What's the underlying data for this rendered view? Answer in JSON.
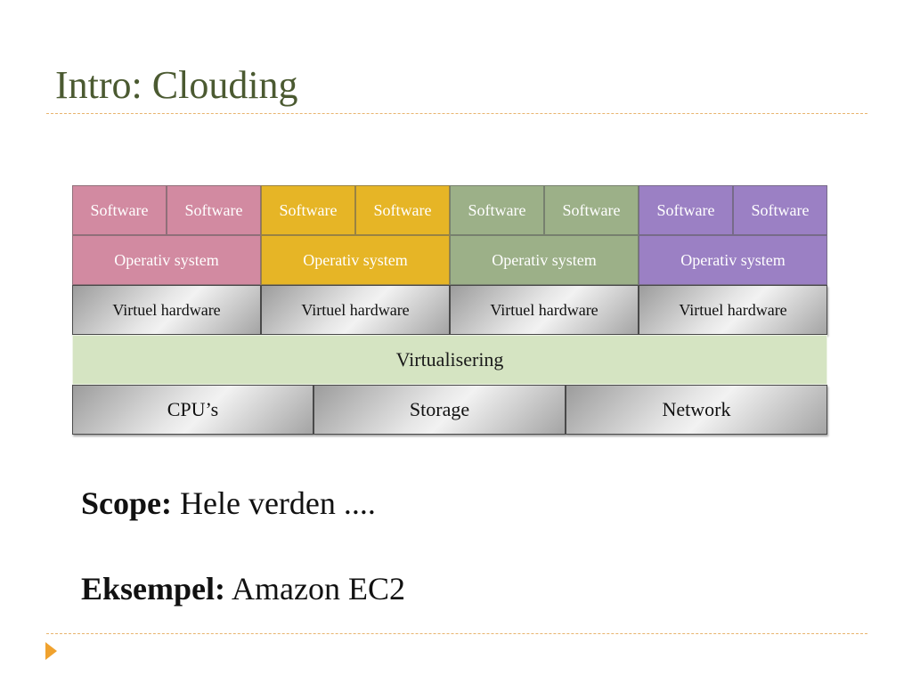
{
  "slide": {
    "title": "Intro: Clouding",
    "scope_label": "Scope:",
    "scope_value": "Hele verden ....",
    "example_label": "Eksempel:",
    "example_value": "Amazon EC2"
  },
  "diagram": {
    "software": [
      "Software",
      "Software",
      "Software",
      "Software",
      "Software",
      "Software",
      "Software",
      "Software"
    ],
    "os": [
      "Operativ system",
      "Operativ system",
      "Operativ system",
      "Operativ system"
    ],
    "virtual_hardware": [
      "Virtuel hardware",
      "Virtuel hardware",
      "Virtuel hardware",
      "Virtuel hardware"
    ],
    "virtualization": "Virtualisering",
    "hardware": [
      "CPU’s",
      "Storage",
      "Network"
    ]
  },
  "colors": {
    "title": "#4b5a31",
    "pink": "#d28aa1",
    "yellow": "#e6b526",
    "green": "#9cb088",
    "purple": "#9b80c4",
    "virtualization": "#d5e4c2",
    "accent": "#f0a22e"
  }
}
